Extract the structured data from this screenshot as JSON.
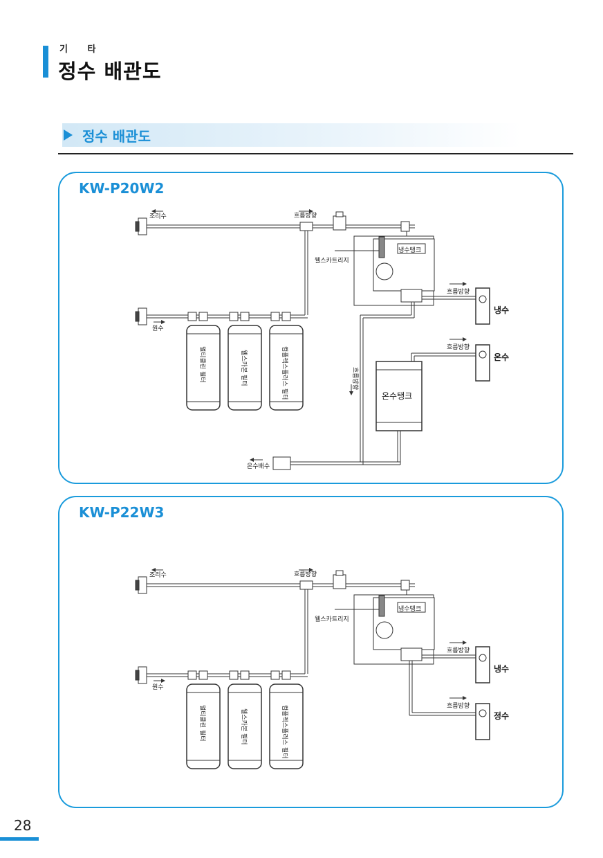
{
  "header": {
    "category_small": "기 타",
    "category_title": "정수 배관도"
  },
  "section": {
    "title": "정수 배관도"
  },
  "diagram1": {
    "model": "KW-P20W2",
    "labels": {
      "cooking_water": "조리수",
      "flow_direction": "흐름방향",
      "wellness_cartridge": "웰스카트리지",
      "cold_tank": "냉수탱크",
      "cold_water": "냉수",
      "hot_water": "온수",
      "raw_water": "원수",
      "filter1": "멀티클린 필터",
      "filter2": "웰스카본 필터",
      "filter3": "컴플렉스플러스 필터",
      "hot_tank": "온수탱크",
      "hot_drain": "온수배수"
    }
  },
  "diagram2": {
    "model": "KW-P22W3",
    "labels": {
      "cooking_water": "조리수",
      "flow_direction": "흐름방향",
      "wellness_cartridge": "웰스카트리지",
      "cold_tank": "냉수탱크",
      "cold_water": "냉수",
      "purified_water": "정수",
      "raw_water": "원수",
      "filter1": "멀티클린 필터",
      "filter2": "웰스카본 필터",
      "filter3": "컴플렉스플러스 필터"
    }
  },
  "footer": {
    "page_number": "28"
  },
  "colors": {
    "accent": "#1a8fd6",
    "panel_border": "#1a9bdc"
  }
}
